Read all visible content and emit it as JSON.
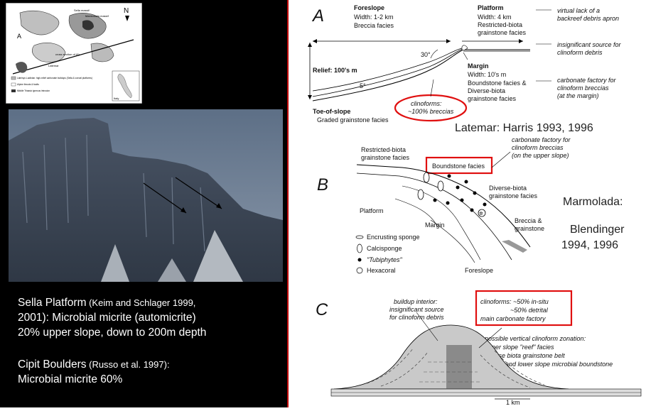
{
  "left": {
    "map": {
      "north": "N",
      "panel_label": "A",
      "labels": [
        "Sella massif",
        "Marmolada massif",
        "Latemar"
      ],
      "legend": [
        "Late/syn-Ladinian: high-relief carbonate buildups (Sella & coeval platforms)",
        "Alpine thrusts & faults",
        "Middle Triassic igneous intrusion"
      ],
      "section_label": "cross section of (6)",
      "italy_label": "Italy"
    },
    "photo": {
      "description_icon": "mountain-photo"
    },
    "captions": [
      {
        "main": "Sella Platform",
        "ref": " (Keim and Schlager 1999,",
        "rest": [
          "2001): Microbial micrite (automicrite)",
          "20% upper slope, down to 200m depth"
        ]
      },
      {
        "main": "Cipit Boulders",
        "ref": " (Russo et al. 1997):",
        "rest": [
          "Microbial micrite 60%"
        ]
      }
    ]
  },
  "right": {
    "panel_a": {
      "letter": "A",
      "foreslope": "Foreslope",
      "foreslope_width": "Width: 1-2 km",
      "foreslope_facies": "Breccia facies",
      "platform": "Platform",
      "platform_width": "Width: 4 km",
      "platform_facies1": "Restricted-biota",
      "platform_facies2": "grainstone facies",
      "angle_top": "30°",
      "angle_bottom": "5°",
      "relief": "Relief: 100's m",
      "margin": "Margin",
      "margin_width": "Width: 10's m",
      "margin_facies1": "Boundstone facies &",
      "margin_facies2": "Diverse-biota",
      "margin_facies3": "grainstone facies",
      "toe": "Toe-of-slope",
      "toe_facies": "Graded grainstone facies",
      "clinoforms1": "clinoforms:",
      "clinoforms2": "~100% breccias",
      "note1a": "virtual lack of a",
      "note1b": "backreef debris apron",
      "note2a": "insignificant source for",
      "note2b": "clinoform debris",
      "note3a": "carbonate factory for",
      "note3b": "clinoform breccias",
      "note3c": "(at the margin)",
      "reference": "Latemar: Harris 1993, 1996"
    },
    "panel_b": {
      "letter": "B",
      "restricted1": "Restricted-biota",
      "restricted2": "grainstone facies",
      "boundstone": "Boundstone facies",
      "factory1": "carbonate factory for",
      "factory2": "clinoform breccias",
      "factory3": "(on the upper slope)",
      "diverse1": "Diverse-biota",
      "diverse2": "grainstone facies",
      "breccia1": "Breccia &",
      "breccia2": "grainstone",
      "platform": "Platform",
      "margin": "Margin",
      "foreslope": "Foreslope",
      "legend": [
        "Encrusting sponge",
        "Calcisponge",
        "\"Tubiphytes\"",
        "Hexacoral"
      ],
      "reference_lines": [
        "Marmolada:",
        "Blendinger",
        "1994, 1996"
      ]
    },
    "panel_c": {
      "letter": "C",
      "interior1": "buildup interior:",
      "interior2": "insignificant source",
      "interior3": "for clinoform debris",
      "clinoforms1": "clinoforms: ~50% in-situ",
      "clinoforms2": "~50% detrital",
      "clinoforms3": "main carbonate factory",
      "zonation1": "possible vertical clinoform zonation:",
      "zonation2": "upper slope \"reef\" facies",
      "zonation3": "diverse biota grainstone belt",
      "zonation4": "middle and lower slope microbial boundstone",
      "scale": "1 km"
    }
  }
}
